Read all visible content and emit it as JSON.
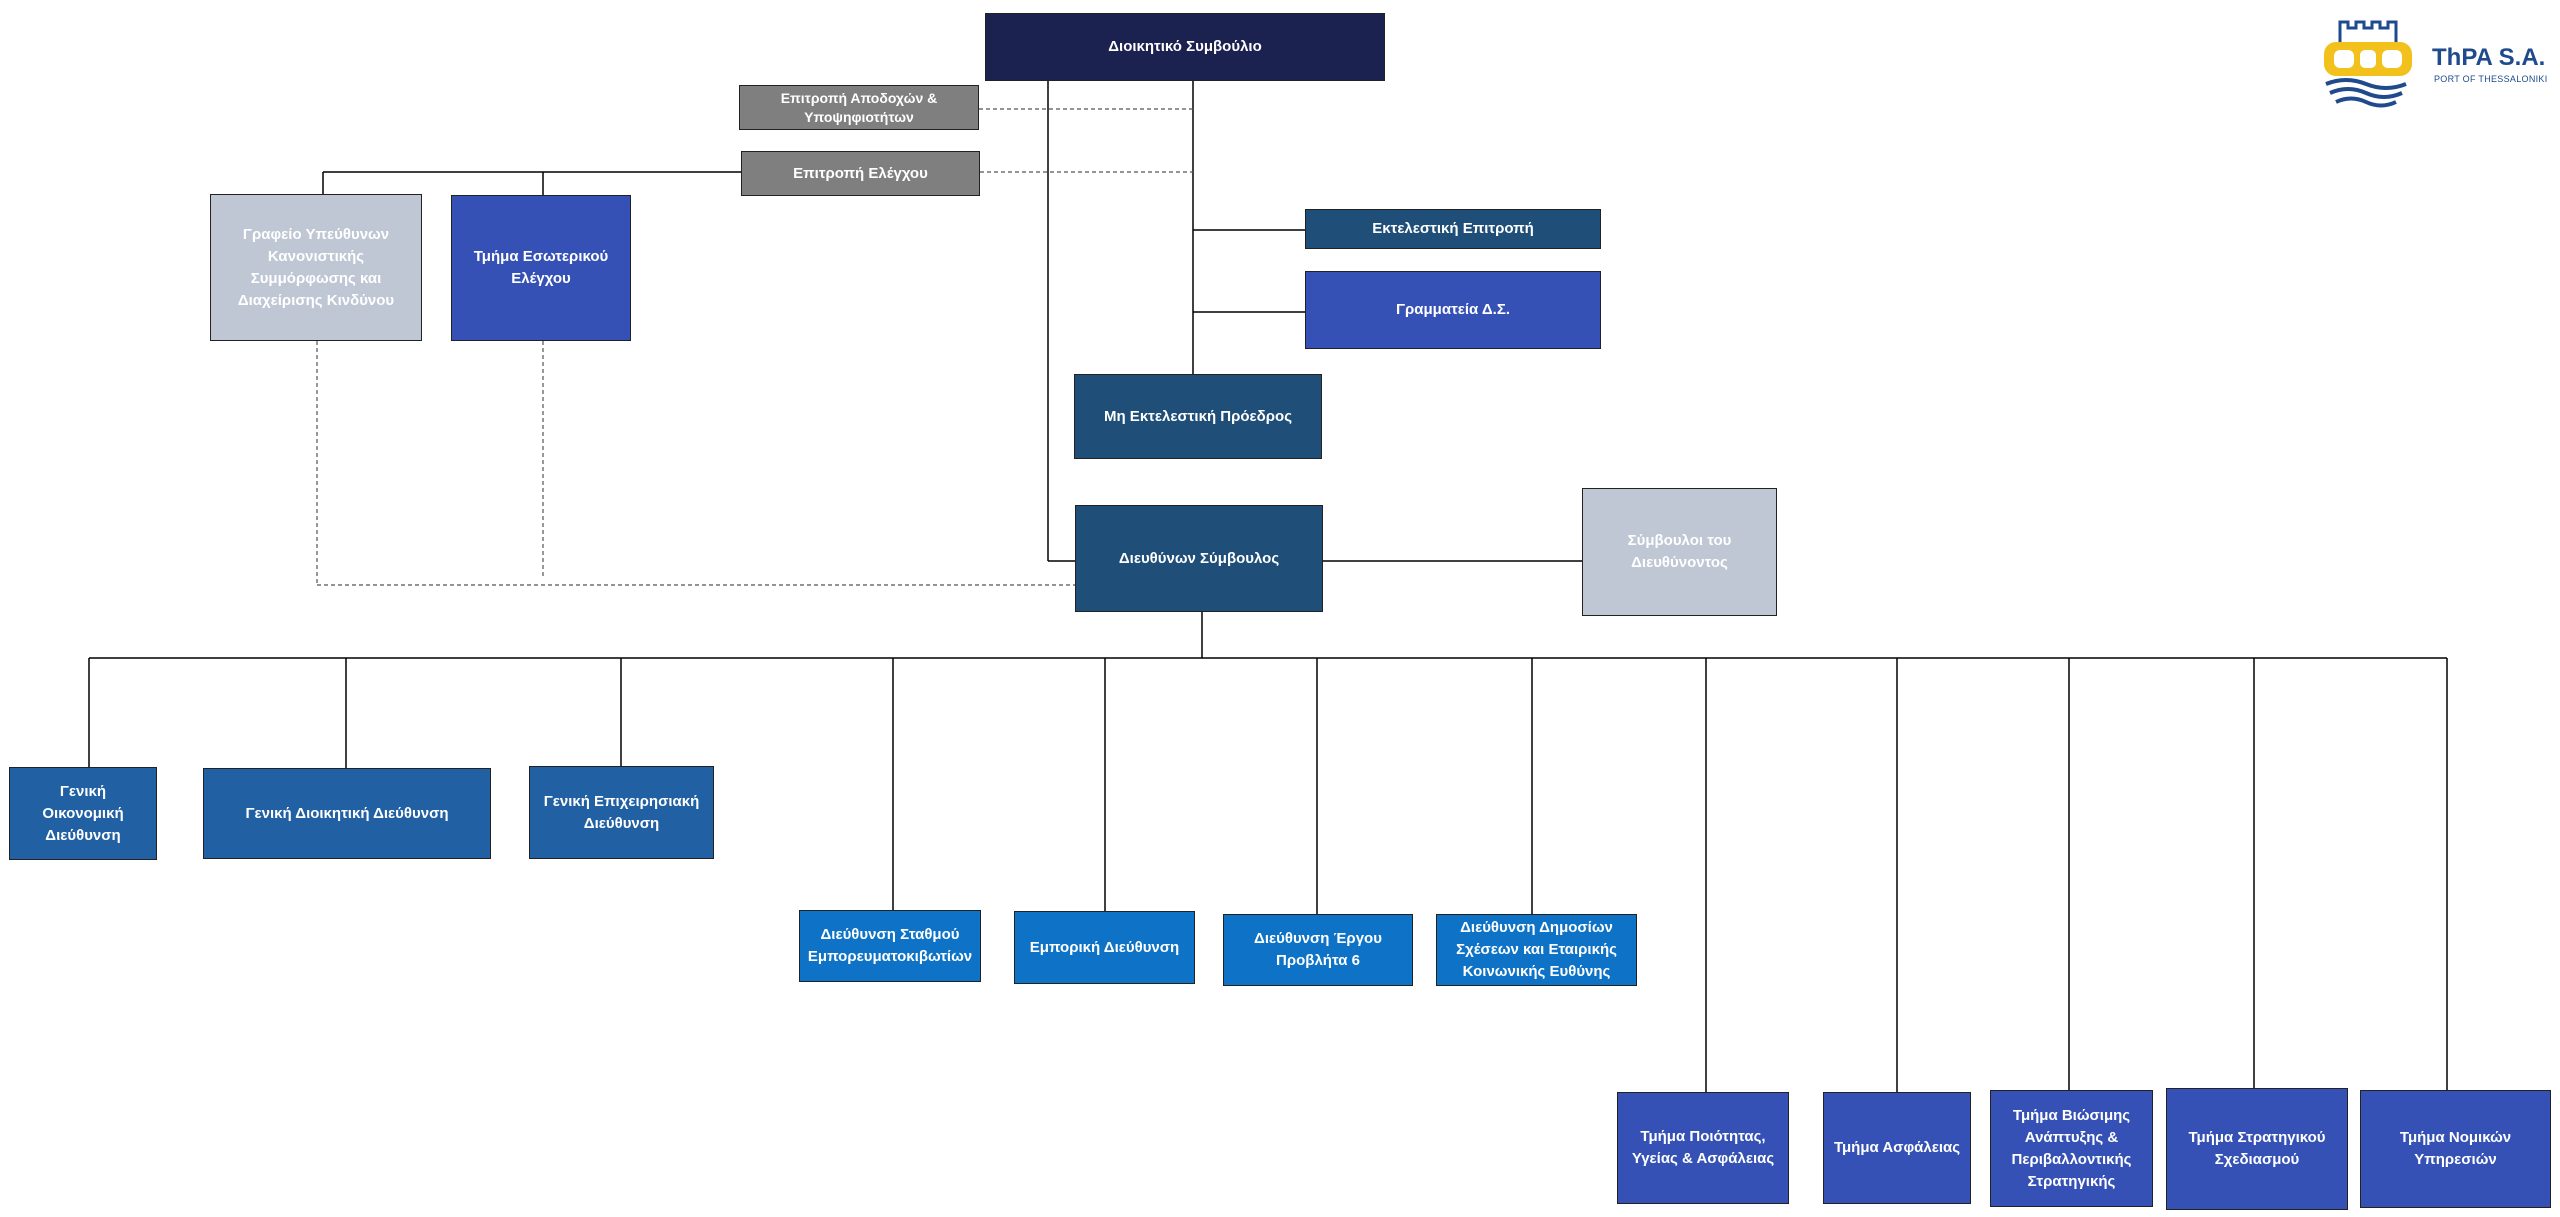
{
  "logo": {
    "name": "ThPA S.A.",
    "subtitle": "PORT OF THESSALONIKI",
    "colors": {
      "yellow": "#f2c11c",
      "blue": "#1f4a8c"
    }
  },
  "board": {
    "board_of_directors": "Διοικητικό  Συμβούλιο",
    "remuneration_committee": "Επιτροπή Αποδοχών & Υποψηφιοτήτων",
    "audit_committee": "Επιτροπή  Ελέγχου",
    "compliance_office": "Γραφείο Υπεύθυνων Κανονιστικής Συμμόρφωσης και Διαχείρισης Κινδύνου",
    "internal_audit": "Τμήμα Εσωτερικού Ελέγχου",
    "executive_committee": "Εκτελεστική Επιτροπή",
    "board_secretariat": "Γραμματεία Δ.Σ.",
    "non_executive_chair": "Μη Εκτελεστική Πρόεδρος",
    "ceo": "Διευθύνων Σύμβουλος",
    "ceo_advisors": "Σύμβουλοι του Διευθύνοντος"
  },
  "directorates": {
    "general_financial": "Γενική Οικονομική Διεύθυνση",
    "general_administrative": "Γενική Διοικητική Διεύθυνση",
    "general_business": "Γενική Επιχειρησιακή Διεύθυνση",
    "container_terminal": "Διεύθυνση Σταθμού Εμπορευματοκιβωτίων",
    "commercial": "Εμπορική Διεύθυνση",
    "pier6_project": "Διεύθυνση Έργου Προβλήτα 6",
    "public_relations": "Διεύθυνση Δημοσίων Σχέσεων και Εταιρικής Κοινωνικής Ευθύνης"
  },
  "departments": {
    "quality_health_safety": "Τμήμα Ποιότητας, Υγείας & Ασφάλειας",
    "security": "Τμήμα Ασφάλειας",
    "sustainability": "Τμήμα Βιώσιμης Ανάπτυξης & Περιβαλλοντικής Στρατηγικής",
    "strategic_planning": "Τμήμα Στρατηγικού Σχεδιασμού",
    "legal": "Τμήμα Νομικών Υπηρεσιών"
  }
}
